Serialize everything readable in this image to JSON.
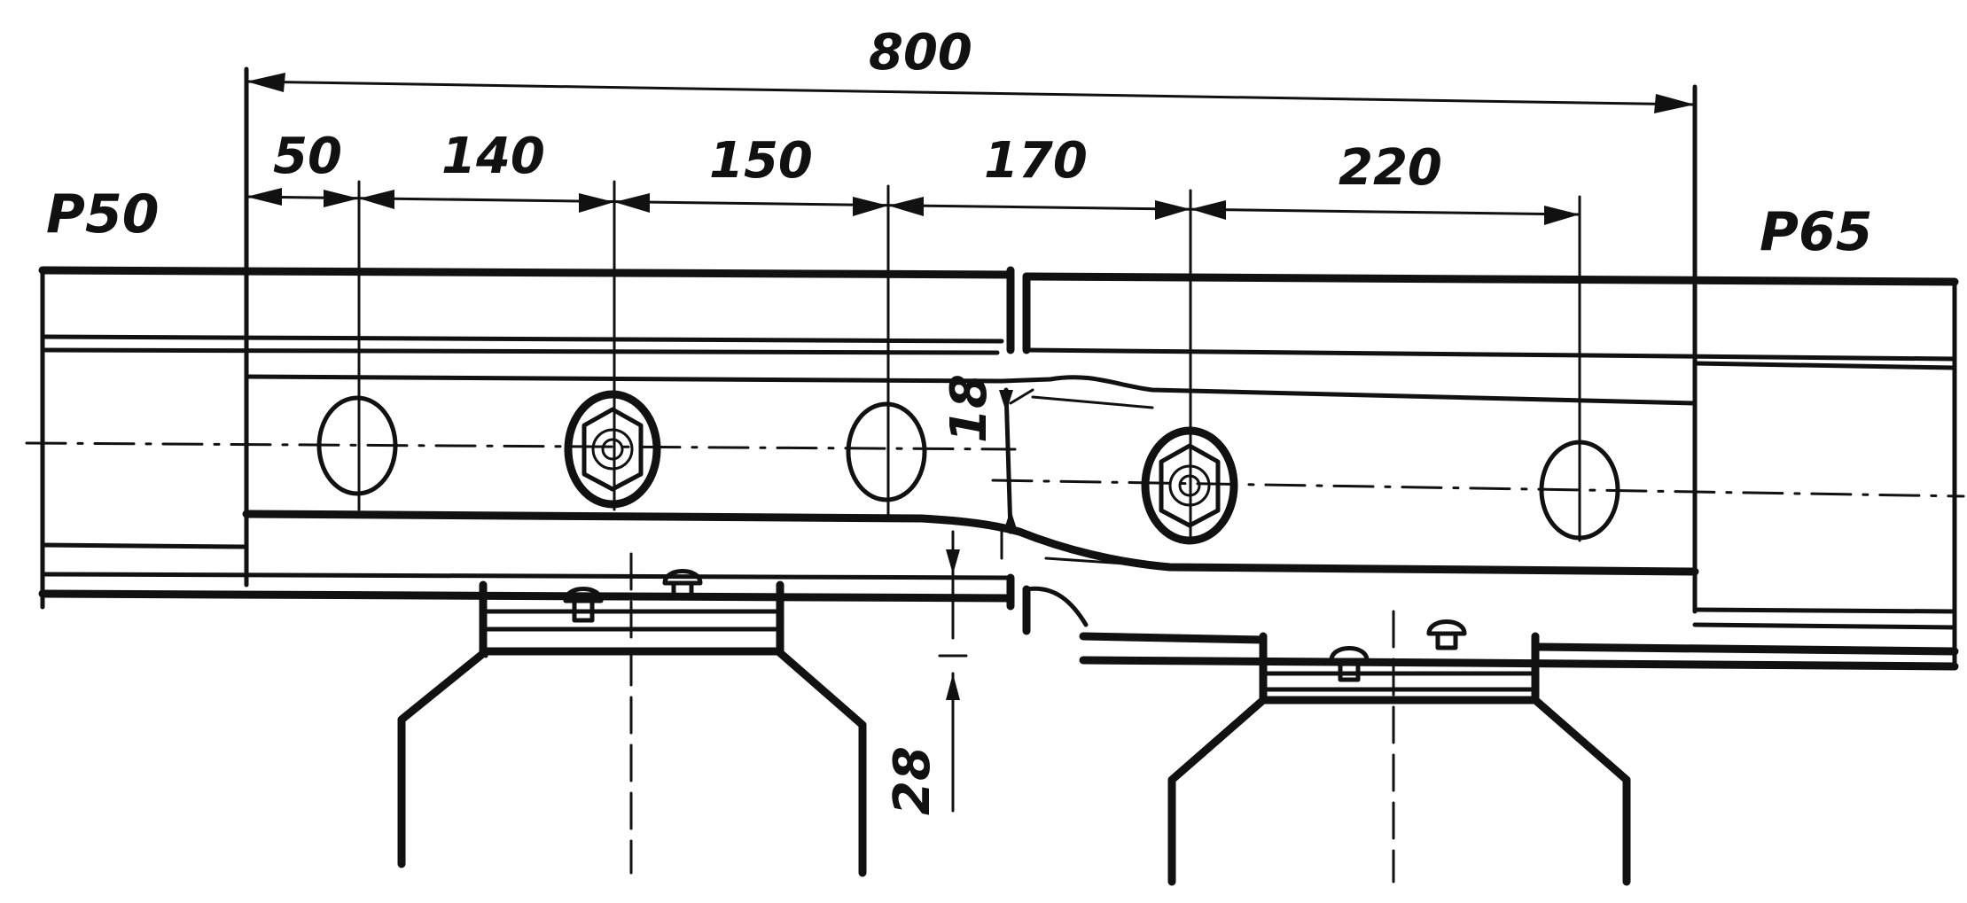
{
  "rail_labels": {
    "left": "P50",
    "right": "P65"
  },
  "dimensions": {
    "overall": "800",
    "d1": "50",
    "d2": "140",
    "d3": "150",
    "d4": "170",
    "d5": "220",
    "vertical_offset": "18",
    "vertical_gap": "28"
  }
}
